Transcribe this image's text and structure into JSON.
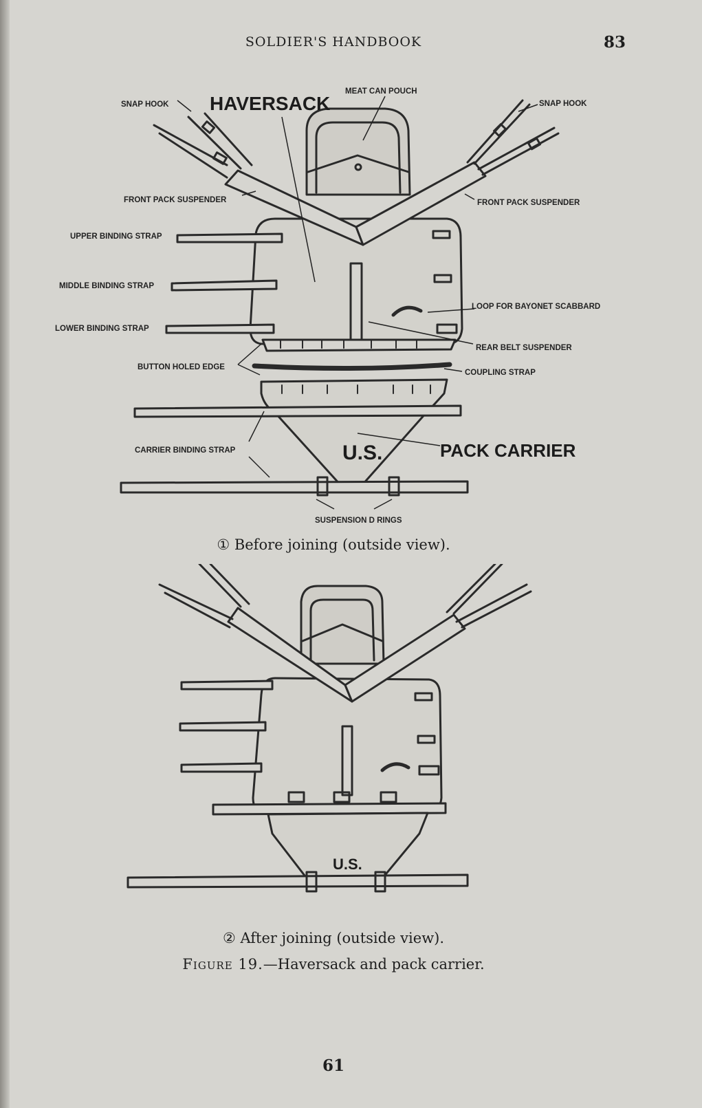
{
  "header": {
    "title": "SOLDIER'S HANDBOOK",
    "page_number": "83"
  },
  "figure1": {
    "title_haversack": "HAVERSACK",
    "title_pack_carrier": "PACK CARRIER",
    "us_mark": "U.S.",
    "labels": {
      "snap_hook_left": "SNAP HOOK",
      "snap_hook_right": "SNAP HOOK",
      "meat_can_pouch": "MEAT CAN POUCH",
      "front_pack_suspender_left": "FRONT PACK SUSPENDER",
      "front_pack_suspender_right": "FRONT PACK SUSPENDER",
      "upper_binding_strap": "UPPER BINDING STRAP",
      "middle_binding_strap": "MIDDLE BINDING STRAP",
      "lower_binding_strap": "LOWER BINDING STRAP",
      "loop_for_bayonet_scabbard": "LOOP FOR BAYONET SCABBARD",
      "rear_belt_suspender": "REAR BELT SUSPENDER",
      "button_holed_edge": "BUTTON HOLED EDGE",
      "coupling_strap": "COUPLING STRAP",
      "carrier_binding_strap": "CARRIER BINDING STRAP",
      "suspension_d_rings": "SUSPENSION D RINGS"
    },
    "caption": "① Before joining (outside view)."
  },
  "figure2": {
    "us_mark": "U.S.",
    "caption": "② After joining (outside view)."
  },
  "figure_caption": {
    "prefix": "Figure 19.",
    "text": "—Haversack and pack carrier."
  },
  "footer": {
    "page_number": "61"
  }
}
